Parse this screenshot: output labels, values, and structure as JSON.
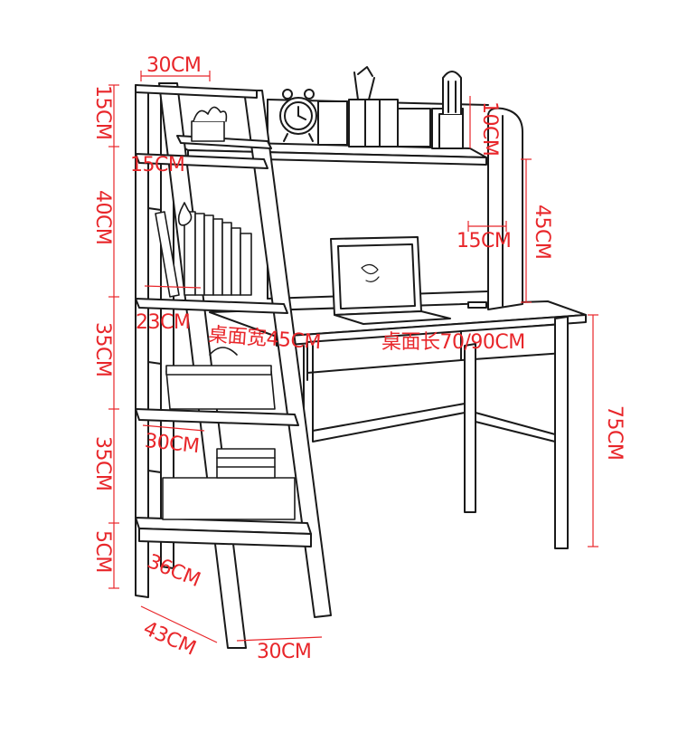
{
  "dimensions": {
    "shelf_top_width": "30CM",
    "top_compartment_height": "15CM",
    "hutch_height_small": "10CM",
    "shelf_depth_upper": "15CM",
    "upper_shelf_height": "40CM",
    "hutch_height": "45CM",
    "hutch_depth": "15CM",
    "shelf_depth_middle": "23CM",
    "desk_depth": "桌面宽45CM",
    "desk_length": "桌面长70/90CM",
    "middle_shelf_height": "35CM",
    "desk_height": "75CM",
    "shelf_depth_lower": "30CM",
    "lower_shelf_height": "35CM",
    "base_height": "5CM",
    "shelf_depth_bottom": "36CM",
    "ladder_depth": "43CM",
    "ladder_width": "30CM"
  },
  "colors": {
    "dimension_text": "#e8262a",
    "dimension_line": "#e8262a",
    "line_art": "#1a1a1a"
  }
}
